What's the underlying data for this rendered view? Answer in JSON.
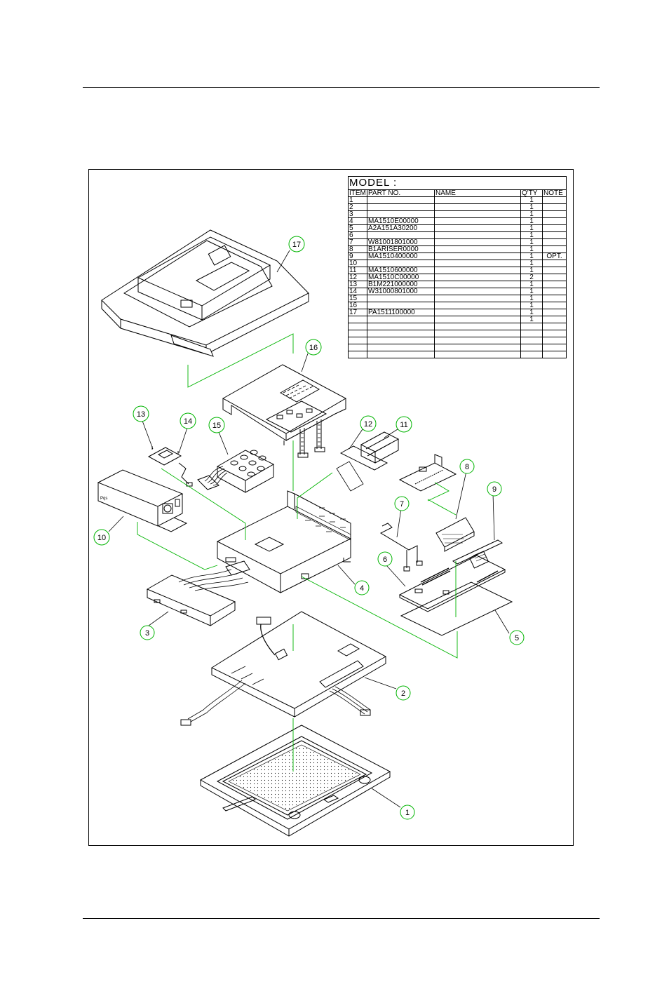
{
  "bom": {
    "title": "MODEL :",
    "headers": [
      "ITEM",
      "PART NO.",
      "NAME",
      "Q'TY",
      "NOTE"
    ],
    "rows": [
      {
        "item": "1",
        "part": "",
        "name": "",
        "qty": "1",
        "note": ""
      },
      {
        "item": "2",
        "part": "",
        "name": "",
        "qty": "1",
        "note": ""
      },
      {
        "item": "3",
        "part": "",
        "name": "",
        "qty": "1",
        "note": ""
      },
      {
        "item": "4",
        "part": "MA1510E00000",
        "name": "",
        "qty": "1",
        "note": ""
      },
      {
        "item": "5",
        "part": "A2A151A30200",
        "name": "",
        "qty": "1",
        "note": ""
      },
      {
        "item": "6",
        "part": "",
        "name": "",
        "qty": "1",
        "note": ""
      },
      {
        "item": "7",
        "part": "W81001801000",
        "name": "",
        "qty": "1",
        "note": ""
      },
      {
        "item": "8",
        "part": "B1ARISER0000",
        "name": "",
        "qty": "1",
        "note": ""
      },
      {
        "item": "9",
        "part": "MA1510400000",
        "name": "",
        "qty": "1",
        "note": "OPT."
      },
      {
        "item": "10",
        "part": "",
        "name": "",
        "qty": "1",
        "note": ""
      },
      {
        "item": "11",
        "part": "MA1510600000",
        "name": "",
        "qty": "1",
        "note": ""
      },
      {
        "item": "12",
        "part": "MA1510C00000",
        "name": "",
        "qty": "2",
        "note": ""
      },
      {
        "item": "13",
        "part": "B1M221000000",
        "name": "",
        "qty": "1",
        "note": ""
      },
      {
        "item": "14",
        "part": "W31000801000",
        "name": "",
        "qty": "1",
        "note": ""
      },
      {
        "item": "15",
        "part": "",
        "name": "",
        "qty": "1",
        "note": ""
      },
      {
        "item": "16",
        "part": "",
        "name": "",
        "qty": "1",
        "note": ""
      },
      {
        "item": "17",
        "part": "PA1511100000",
        "name": "",
        "qty": "1",
        "note": ""
      },
      {
        "item": "",
        "part": "",
        "name": "",
        "qty": "1",
        "note": ""
      },
      {
        "item": "",
        "part": "",
        "name": "",
        "qty": "",
        "note": ""
      },
      {
        "item": "",
        "part": "",
        "name": "",
        "qty": "",
        "note": ""
      },
      {
        "item": "",
        "part": "",
        "name": "",
        "qty": "",
        "note": ""
      },
      {
        "item": "",
        "part": "",
        "name": "",
        "qty": "",
        "note": ""
      },
      {
        "item": "",
        "part": "",
        "name": "",
        "qty": "",
        "note": ""
      }
    ]
  },
  "callouts": {
    "c1": "1",
    "c2": "2",
    "c3": "3",
    "c4": "4",
    "c5": "5",
    "c6": "6",
    "c7": "7",
    "c8": "8",
    "c9": "9",
    "c10": "10",
    "c11": "11",
    "c12": "12",
    "c13": "13",
    "c14": "14",
    "c15": "15",
    "c16": "16",
    "c17": "17"
  },
  "colors": {
    "callout": "#00b400",
    "line": "#000000",
    "background": "#ffffff"
  }
}
